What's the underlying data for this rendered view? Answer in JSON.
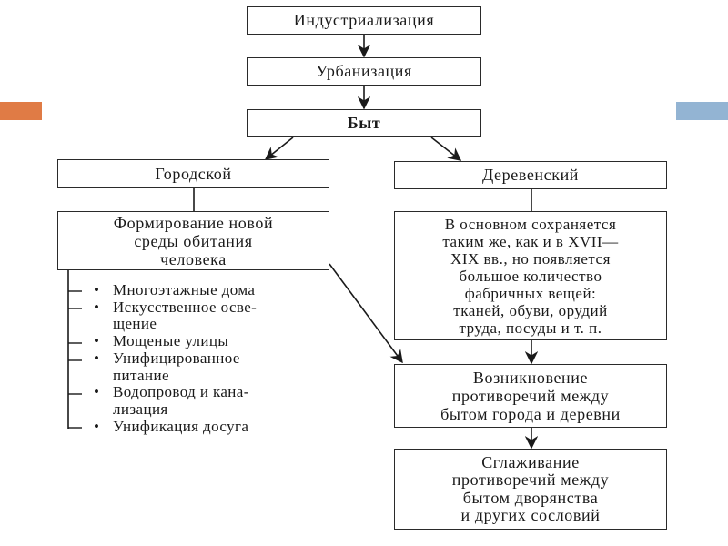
{
  "decor": {
    "left_bar_color": "#E07B45",
    "right_bar_color": "#93B4D3"
  },
  "flow": {
    "industrialization": "Индустриализация",
    "urbanization": "Урбанизация",
    "byt": "Быт"
  },
  "urban": {
    "title": "Городской",
    "summary_lines": [
      "Формирование новой",
      "среды обитания",
      "человека"
    ],
    "bullet_symbol": "•",
    "items": [
      {
        "lines": [
          "Многоэтажные дома"
        ]
      },
      {
        "lines": [
          "Искусственное осве-",
          "щение"
        ]
      },
      {
        "lines": [
          "Мощеные улицы"
        ]
      },
      {
        "lines": [
          "Унифицированное",
          "питание"
        ]
      },
      {
        "lines": [
          "Водопровод и кана-",
          "лизация"
        ]
      },
      {
        "lines": [
          "Унификация досуга"
        ]
      }
    ]
  },
  "rural": {
    "title": "Деревенский",
    "summary_lines": [
      "В основном сохраняется",
      "таким же, как и в XVII—",
      "XIX вв., но появляется",
      "большое количество",
      "фабричных вещей:",
      "тканей, обуви, орудий",
      "труда, посуды и т. п."
    ]
  },
  "outcomes": {
    "contradictions_lines": [
      "Возникновение",
      "противоречий между",
      "бытом города и деревни"
    ],
    "smoothing_lines": [
      "Сглаживание",
      "противоречий между",
      "бытом дворянства",
      "и других сословий"
    ]
  }
}
